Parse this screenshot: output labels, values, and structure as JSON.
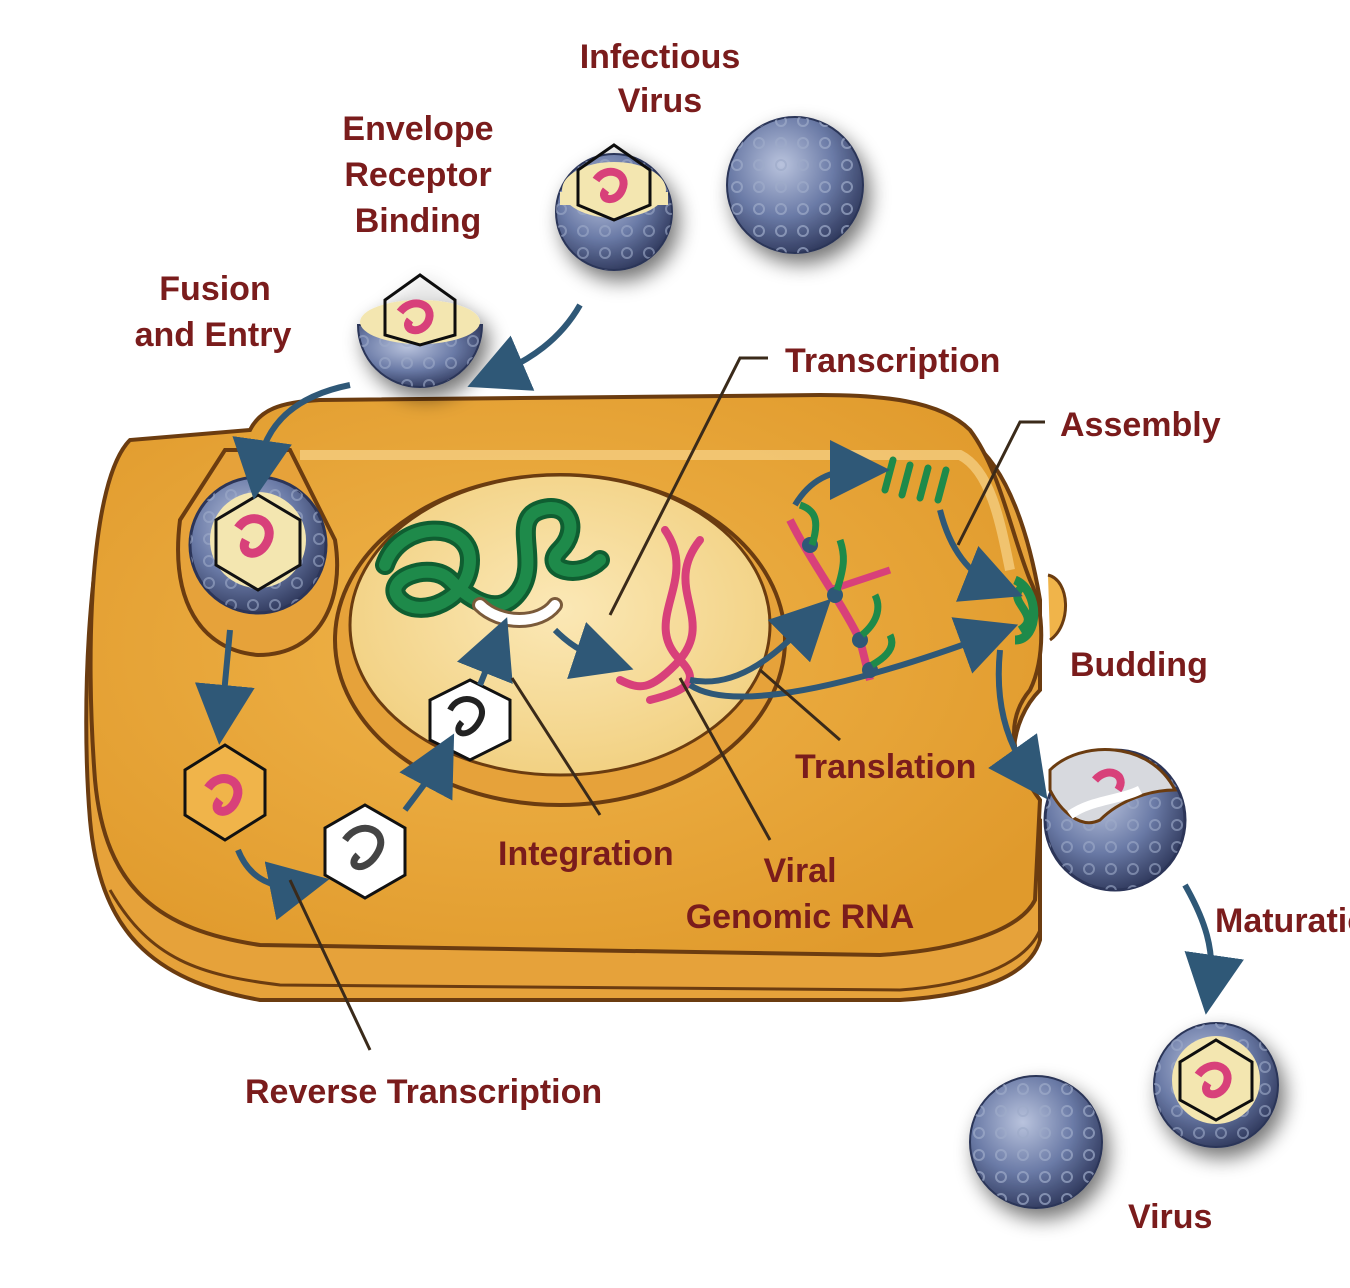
{
  "labels": {
    "infectious_virus_line1": "Infectious",
    "infectious_virus_line2": "Virus",
    "envelope_line1": "Envelope",
    "envelope_line2": "Receptor",
    "envelope_line3": "Binding",
    "fusion_line1": "Fusion",
    "fusion_line2": "and Entry",
    "transcription": "Transcription",
    "assembly": "Assembly",
    "budding": "Budding",
    "translation": "Translation",
    "integration": "Integration",
    "viral_rna_line1": "Viral",
    "viral_rna_line2": "Genomic RNA",
    "maturation": "Maturatio",
    "reverse_transcription": "Reverse Transcription",
    "virus": "Virus"
  },
  "colors": {
    "label": "#7a1c1c",
    "cell_fill": "#f4c463",
    "cell_outline": "#6b3c10",
    "nucleus_fill": "#f7dc98",
    "virion_envelope": "#4a5a86",
    "capsid_inner": "#f3e6b0",
    "viral_rna": "#d8407a",
    "dna_green": "#1e8a4a",
    "arrow": "#2f5877"
  }
}
